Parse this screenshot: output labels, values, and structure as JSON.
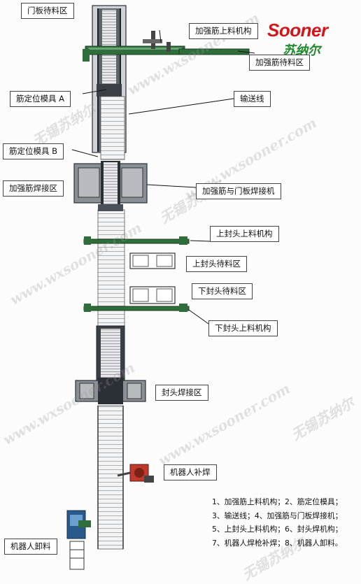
{
  "logo": {
    "brand": "Sooner",
    "cn": "苏纳尔"
  },
  "watermark": {
    "url": "www.wxsooner.com",
    "cn": "无锡苏纳尔"
  },
  "labels": {
    "door_wait": "门板待料区",
    "rib_feed": "加强筋上料机构",
    "rib_wait": "加强筋待料区",
    "fixture_a": "筋定位模具 A",
    "conveyor": "输送线",
    "fixture_b": "筋定位模具 B",
    "rib_weld": "加强筋焊接区",
    "rib_door_weld": "加强筋与门板焊接机",
    "upper_head_feed": "上封头上料机构",
    "upper_head_wait": "上封头待料区",
    "lower_head_wait": "下封头待料区",
    "lower_head_feed": "下封头上料机构",
    "head_weld": "封头焊接区",
    "robot_repair": "机器人补焊",
    "robot_unload": "机器人卸料"
  },
  "legend": [
    "1、加强筋上料机构；2、筋定位模具；",
    "3、输送线；4、加强筋与门板焊接机；",
    "5、上封头上料机构；6、封头焊机构；",
    "7、机器人焊枪补焊；8、机器人卸料。"
  ],
  "colors": {
    "frame": "#3a3f47",
    "rail_green": "#2f6e3a",
    "press_gray": "#8a8f96",
    "robot_blue": "#2a5a8c",
    "logo_red": "#d0171c",
    "logo_green": "#1f8a2c"
  }
}
